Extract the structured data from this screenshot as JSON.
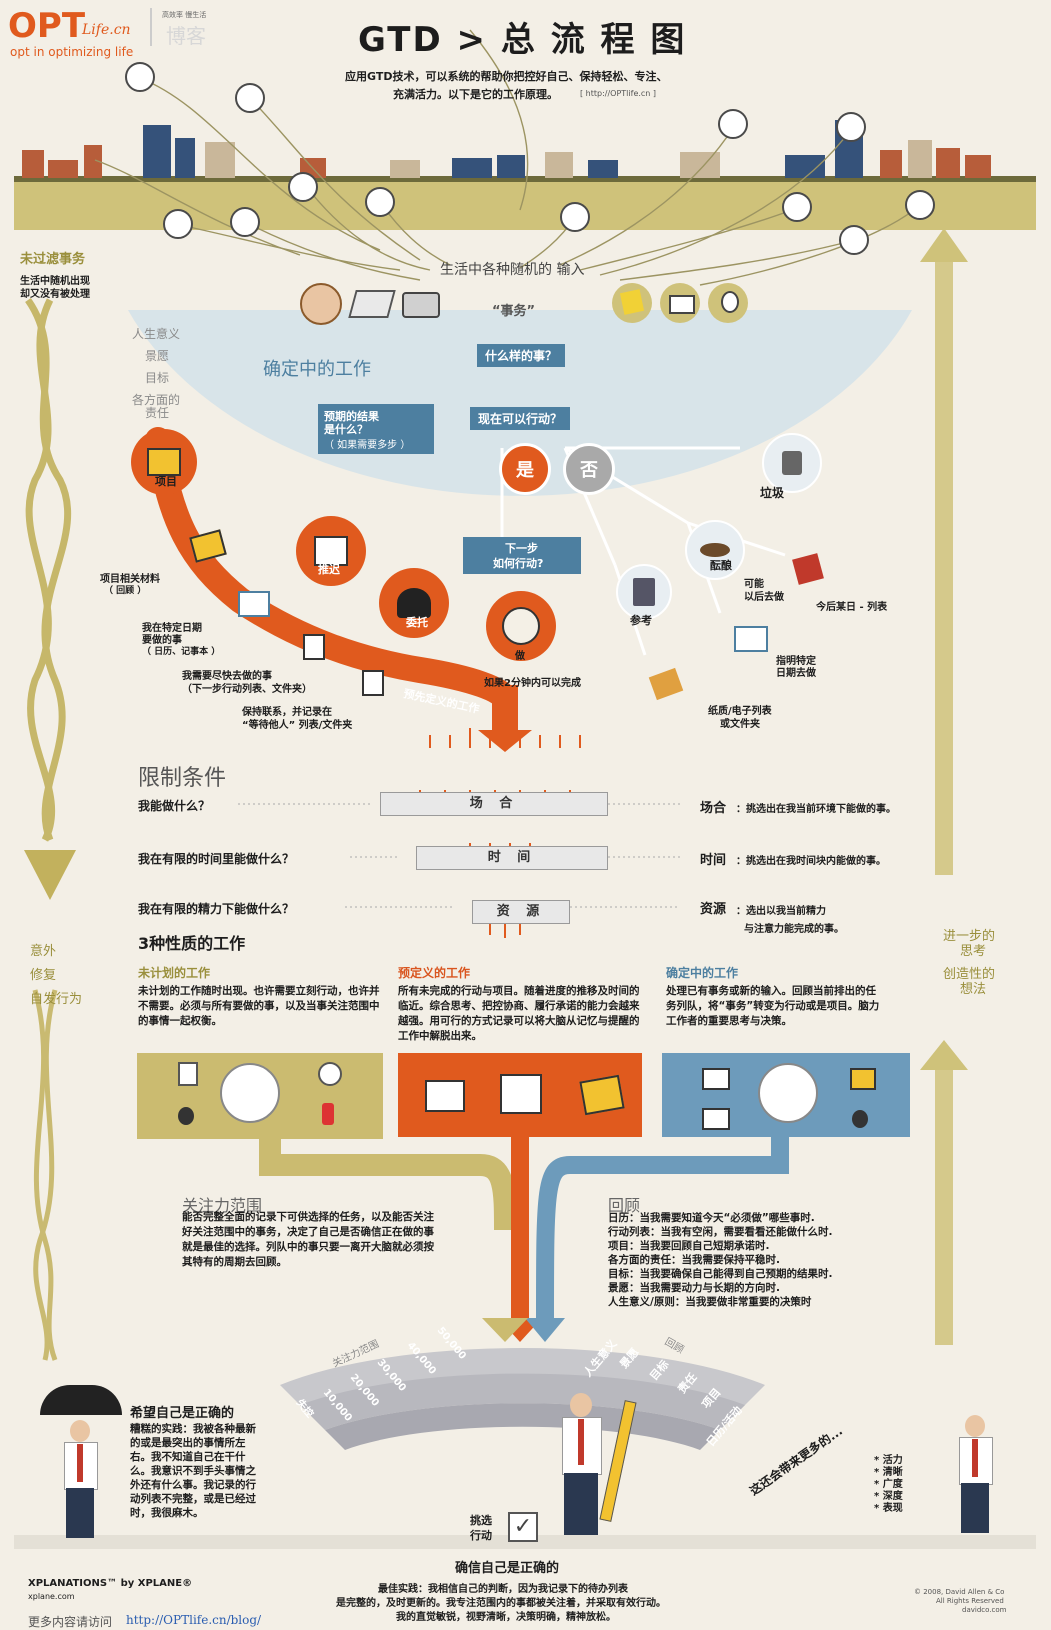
{
  "header": {
    "logo": "OPT",
    "logo_site": "Life.cn",
    "logo_tagline": "opt in optimizing life",
    "blog_badge_top": "高效率 慢生活",
    "blog_badge": "博客",
    "title": "GTD > 总 流 程 图",
    "subtitle_line1": "应用GTD技术，可以系统的帮助你把控好自己、保持轻松、专注、",
    "subtitle_line2": "充满活力。以下是它的工作原理。",
    "subtitle_url": "[ http://OPTlife.cn ]"
  },
  "left_column": {
    "unfiltered_title": "未过滤事务",
    "unfiltered_desc_1": "生活中随机出现",
    "unfiltered_desc_2": "却又没有被处理",
    "surprise_1": "意外",
    "surprise_2": "修复",
    "surprise_3": "自发行为"
  },
  "right_column": {
    "further_1": "进一步的",
    "further_2": "思考",
    "creative_1": "创造性的",
    "creative_2": "想法"
  },
  "input": {
    "label": "生活中各种随机的 输入",
    "stuff": "“事务”"
  },
  "levels": {
    "life_purpose": "人生意义",
    "vision": "景愿",
    "goals": "目标",
    "areas_1": "各方面的",
    "areas_2": "责任"
  },
  "defining": {
    "title": "确定中的工作",
    "what_is_it": "什么样的事？",
    "actionable": "现在可以行动？",
    "yes": "是",
    "no": "否",
    "outcome_1": "预期的结果",
    "outcome_2": "是什么？",
    "outcome_3": "（ 如果需要多步 ）",
    "next_action_1": "下一步",
    "next_action_2": "如何行动?",
    "trash": "垃圾",
    "incubate": "酝酿",
    "maybe_1": "可能",
    "maybe_2": "以后去做",
    "someday": "今后某日 - 列表",
    "reference": "参考",
    "tickler_1": "指明特定",
    "tickler_2": "日期去做",
    "files_1": "纸质/电子列表",
    "files_2": "或文件夹",
    "do": "做",
    "do_desc": "如果2分钟内可以完成",
    "delegate": "委托",
    "defer": "推迟",
    "project": "项目",
    "project_support_1": "项目相关材料",
    "project_support_2": "（ 回顾 ）",
    "calendar_1": "我在特定日期",
    "calendar_2": "要做的事",
    "calendar_3": "（ 日历、记事本 ）",
    "asap_1": "我需要尽快去做的事",
    "asap_2": "（下一步行动列表、文件夹）",
    "waiting_1": "保持联系，并记录在",
    "waiting_2": "“等待他人” 列表/文件夹",
    "predefined_arrow": "预先定义的工作"
  },
  "constraints": {
    "title": "限制条件",
    "q1": "我能做什么？",
    "q2": "我在有限的时间里能做什么？",
    "q3": "我在有限的精力下能做什么？",
    "f1": "场 合",
    "f2": "时 间",
    "f3": "资 源",
    "r1_label": "场合",
    "r1_text": "：挑选出在我当前环境下能做的事。",
    "r2_label": "时间",
    "r2_text": "：挑选出在我时间块内能做的事。",
    "r3_label": "资源",
    "r3_text_1": "：选出以我当前精力",
    "r3_text_2": "与注意力能完成的事。"
  },
  "three_kinds": {
    "title": "3种性质的工作",
    "unplanned_title": "未计划的工作",
    "unplanned_text": "未计划的工作随时出现。也许需要立刻行动，也许并不需要。必须与所有要做的事，以及当事关注范围中的事情一起权衡。",
    "predefined_title": "预定义的工作",
    "predefined_text": "所有未完成的行动与项目。随着进度的推移及时间的临近。综合思考、把控协商、履行承诺的能力会越来越强。用可行的方式记录可以将大脑从记忆与提醒的工作中解脱出来。",
    "defining_title": "确定中的工作",
    "defining_text": "处理已有事务或新的输入。回顾当前排出的任务列队，将“事务”转变为行动或是项目。脑力工作者的重要思考与决策。"
  },
  "focus": {
    "title": "关注力范围",
    "text": "能否完整全面的记录下可供选择的任务，以及能否关注好关注范围中的事务，决定了自己是否确信正在做的事就是最佳的选择。列队中的事只要一离开大脑就必须按其特有的周期去回顾。"
  },
  "review": {
    "title": "回顾",
    "lines": [
      {
        "k": "日历：",
        "v": "当我需要知道今天“必须做”哪些事时."
      },
      {
        "k": "行动列表：",
        "v": "当我有空闲，需要看看还能做什么时."
      },
      {
        "k": "项目：",
        "v": "当我要回顾自己短期承诺时."
      },
      {
        "k": "各方面的责任：",
        "v": "当我需要保持平稳时."
      },
      {
        "k": "目标：",
        "v": "当我要确保自己能得到自己预期的结果时."
      },
      {
        "k": "景愿：",
        "v": "当我需要动力与长期的方向时."
      },
      {
        "k": "人生意义/原则：",
        "v": "当我要做非常重要的决策时"
      }
    ]
  },
  "fan": {
    "left_labels": [
      "关注力范围",
      "50,000",
      "40,000",
      "30,000",
      "20,000",
      "10,000",
      "失控"
    ],
    "right_labels": [
      "人生意义",
      "景愿",
      "回顾",
      "目标",
      "责任",
      "项目",
      "日历/活动"
    ]
  },
  "bottom": {
    "hope_title": "希望自己是正确的",
    "hope_text": "糟糕的实践：我被各种最新的或是最突出的事情所左右。我不知道自己在干什么。我意识不到手头事情之外还有什么事。我记录的行动列表不完整，或是已经过时，我很麻木。",
    "choose_1": "挑选",
    "choose_2": "行动",
    "trust_title": "确信自己是正确的",
    "trust_text_1": "最佳实践：我相信自己的判断，因为我记录下的待办列表",
    "trust_text_2": "是完整的，及时更新的。我专注范围内的事都被关注着，并采取有效行动。",
    "trust_text_3": "我的直觉敏锐，视野清晰，决策明确，精神放松。",
    "more_note": "这还会带来更多的...",
    "benefits": [
      "活力",
      "清晰",
      "广度",
      "深度",
      "表现"
    ],
    "xplanations": "XPLANATIONS™ by XPLANE®",
    "xplane_site": "xplane.com",
    "visit_label": "更多内容请访问",
    "visit_url": "http://OPTlife.cn/blog/",
    "copyright_1": "© 2008, David Allen & Co",
    "copyright_2": "All Rights Reserved",
    "copyright_3": "davidco.com"
  },
  "colors": {
    "orange": "#e05a1e",
    "blue": "#4d7fa0",
    "olive": "#c2b15d",
    "light_blue": "#d2e1ea",
    "ground": "#cfc27a"
  }
}
